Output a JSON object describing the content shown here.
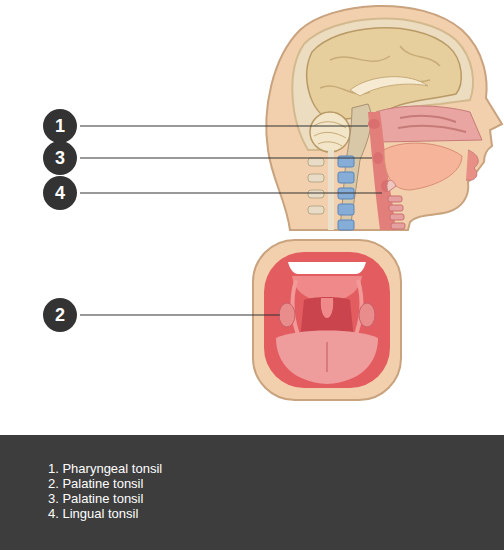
{
  "diagram": {
    "nodes": [
      {
        "text": [
          "1"
        ]
      },
      {
        "text": [
          "3"
        ]
      },
      {
        "text": [
          "4"
        ]
      },
      {
        "text": [
          "2"
        ]
      },
      {
        "text": [
          "1. Pharyngeal tonsil",
          "2. Palatine tonsil",
          "3. Palatine tonsil",
          "4. Lingual tonsil"
        ]
      }
    ]
  }
}
